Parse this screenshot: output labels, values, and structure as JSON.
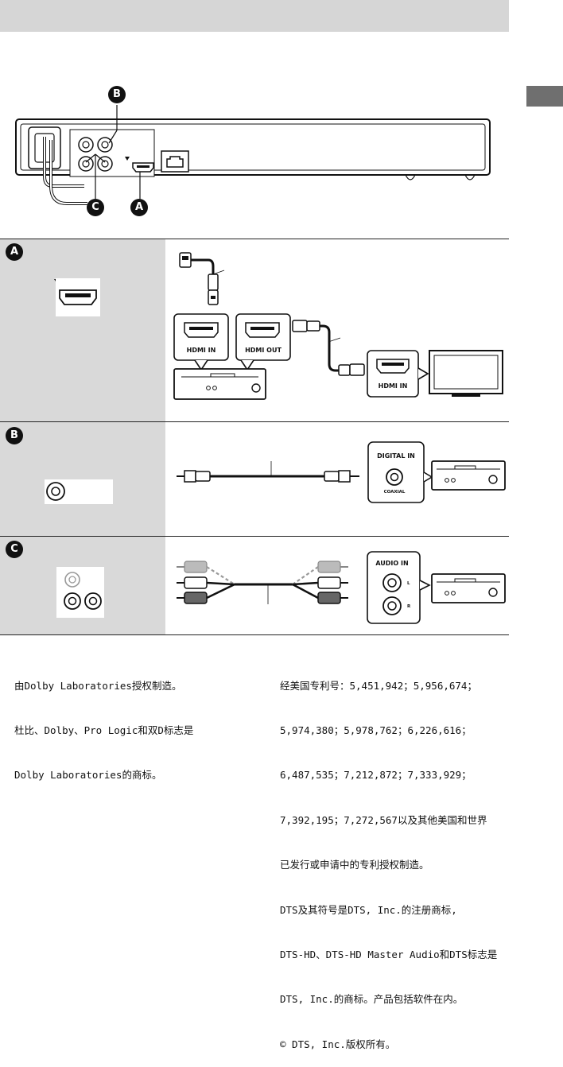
{
  "markers": {
    "a": "A",
    "b": "B",
    "c": "C"
  },
  "ports": {
    "hdmi_in": "HDMI IN",
    "hdmi_out": "HDMI OUT",
    "digital_in": "DIGITAL IN",
    "coaxial": "COAXIAL",
    "audio_in": "AUDIO IN",
    "left": "L",
    "right": "R"
  },
  "notes_left": [
    "由Dolby Laboratories授权制造。",
    "杜比、Dolby、Pro Logic和双D标志是",
    "Dolby Laboratories的商标。"
  ],
  "notes_right": [
    "经美国专利号：5,451,942；5,956,674；",
    "5,974,380；5,978,762；6,226,616；",
    "6,487,535；7,212,872；7,333,929；",
    "7,392,195；7,272,567以及其他美国和世界",
    "已发行或申请中的专利授权制造。",
    "DTS及其符号是DTS, Inc.的注册商标,",
    "DTS-HD、DTS-HD Master Audio和DTS标志是",
    "DTS, Inc.的商标。产品包括软件在内。",
    "© DTS, Inc.版权所有。"
  ]
}
